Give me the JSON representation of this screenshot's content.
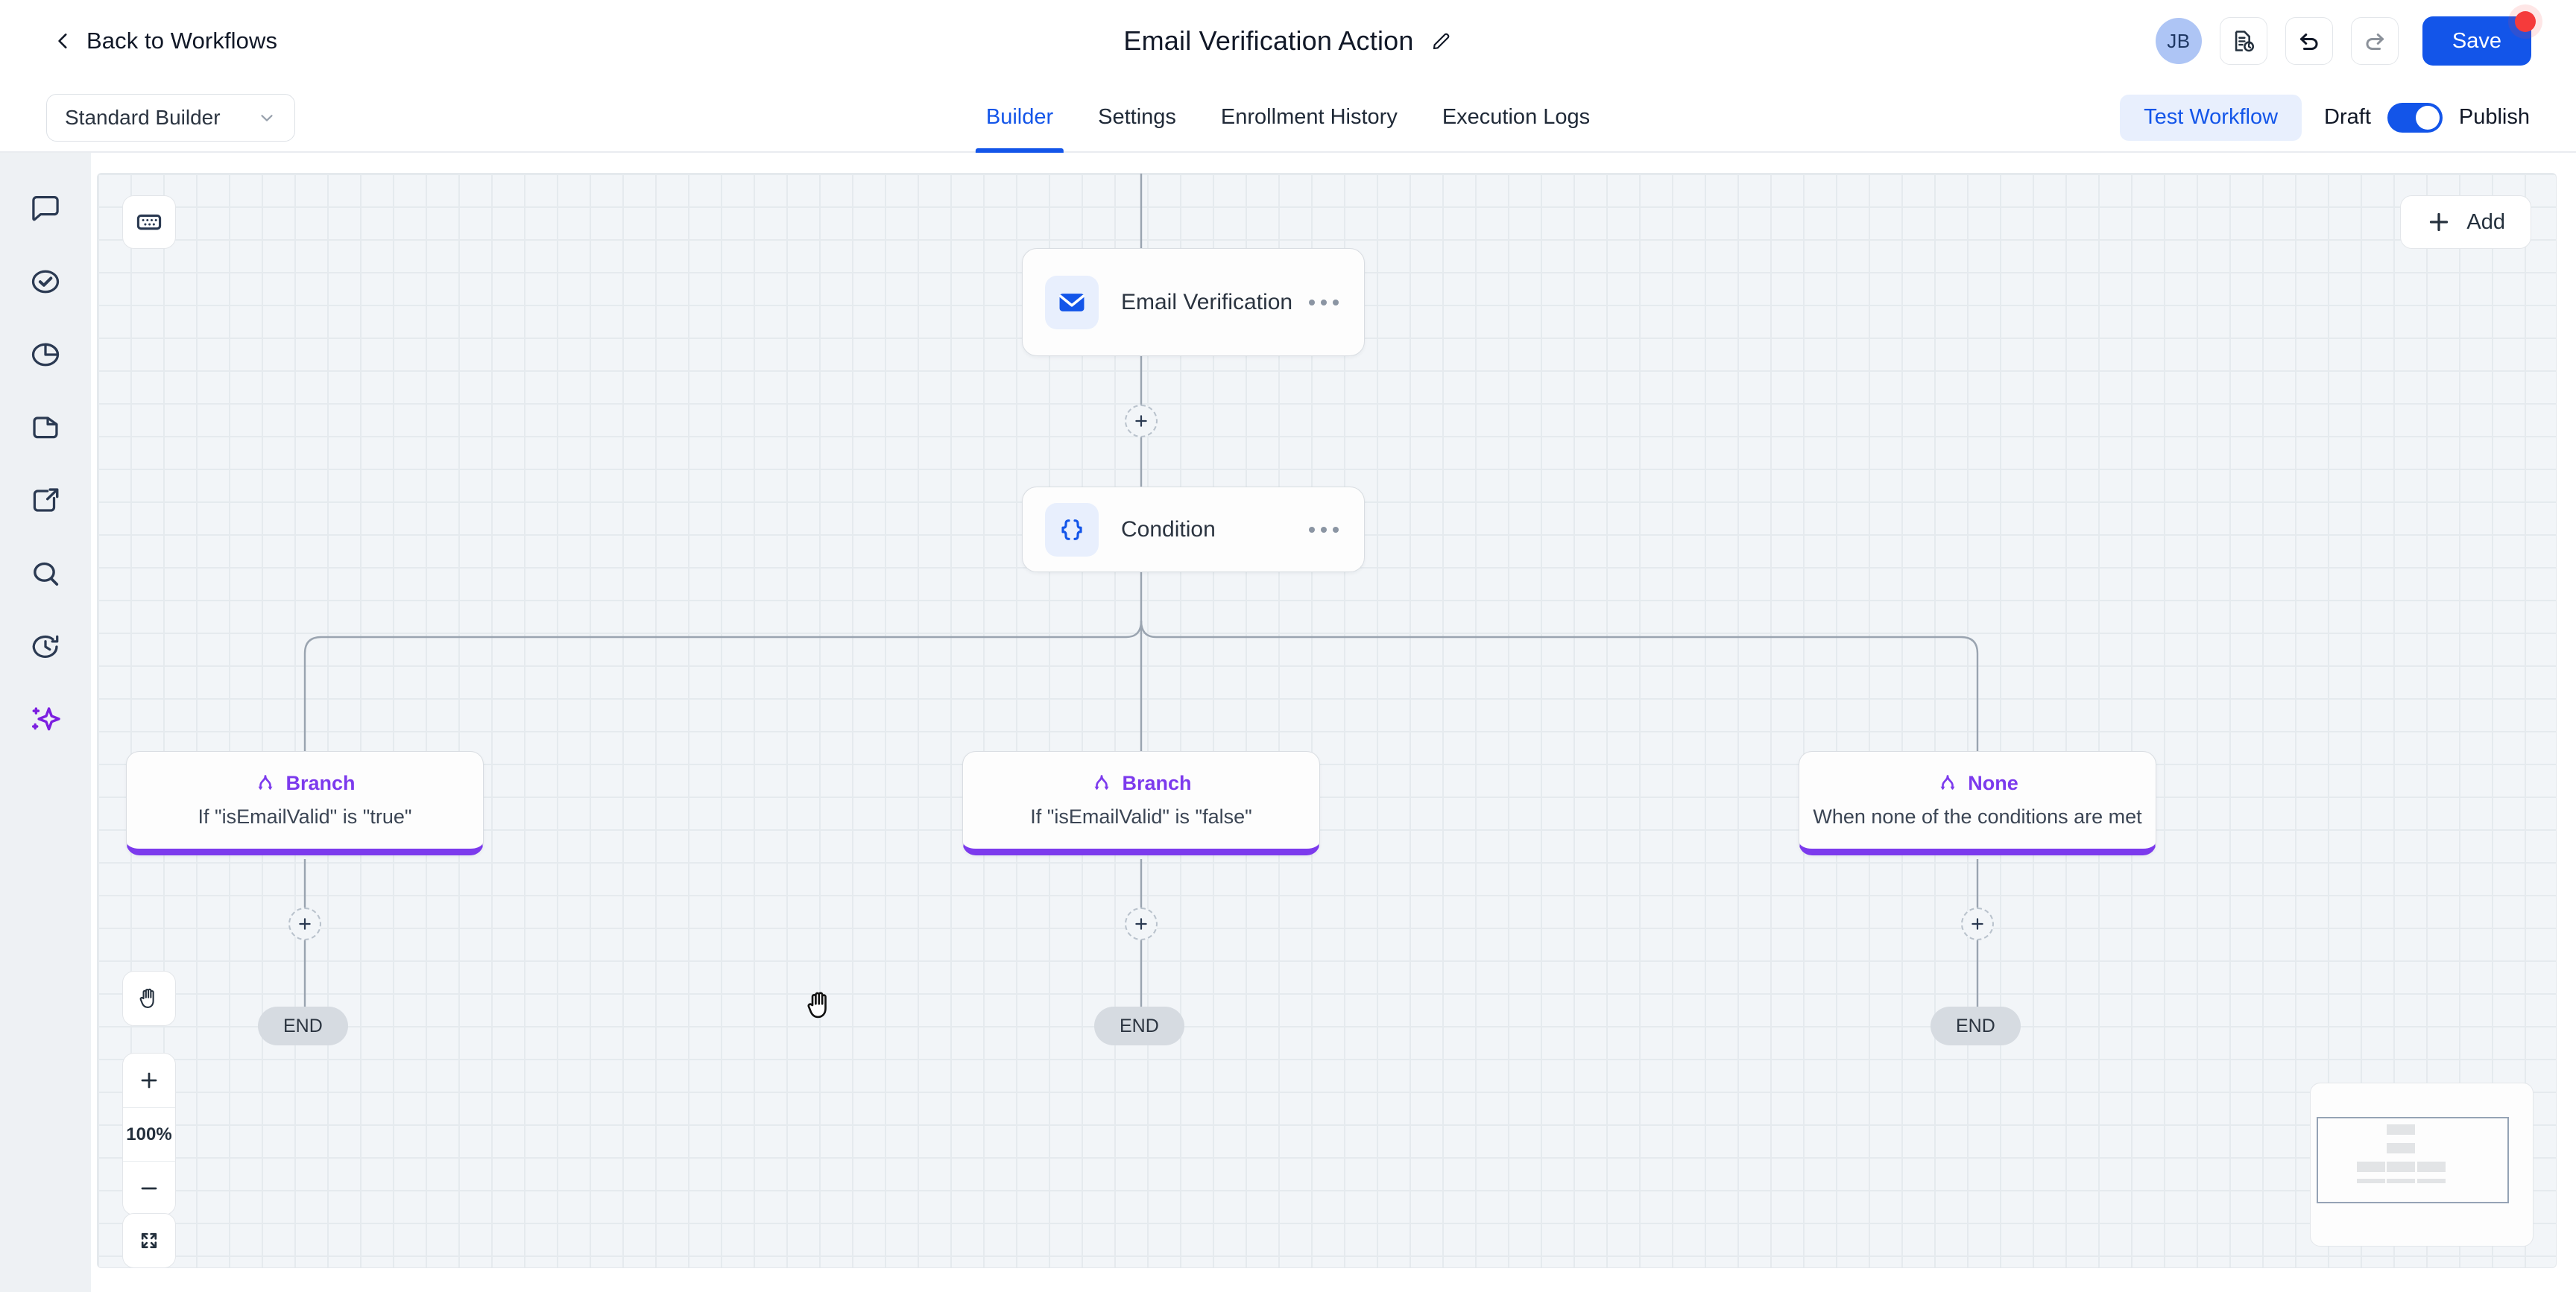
{
  "header": {
    "back_label": "Back to Workflows",
    "back_icon": "chevron-left-icon",
    "title": "Email Verification Action",
    "edit_icon": "pencil-icon",
    "avatar_initials": "JB",
    "version_history_icon": "document-history-icon",
    "undo_icon": "undo-arrow-icon",
    "redo_icon": "redo-arrow-icon",
    "save_label": "Save",
    "save_accent": "#1355e9",
    "notification_dot_color": "#f53b3b"
  },
  "subbar": {
    "builder_select_value": "Standard Builder",
    "builder_select_icon": "chevron-down-icon",
    "tabs": [
      {
        "label": "Builder",
        "active": true
      },
      {
        "label": "Settings",
        "active": false
      },
      {
        "label": "Enrollment History",
        "active": false
      },
      {
        "label": "Execution Logs",
        "active": false
      }
    ],
    "test_workflow_label": "Test Workflow",
    "draft_label": "Draft",
    "publish_label": "Publish",
    "toggle_on": true,
    "active_tab_color": "#1355e9"
  },
  "rail": {
    "items": [
      {
        "icon": "chat-bubble-icon",
        "accent": "#2b3a52"
      },
      {
        "icon": "check-circle-icon",
        "accent": "#2b3a52"
      },
      {
        "icon": "pie-chart-icon",
        "accent": "#2b3a52"
      },
      {
        "icon": "file-document-icon",
        "accent": "#2b3a52"
      },
      {
        "icon": "external-link-icon",
        "accent": "#2b3a52"
      },
      {
        "icon": "search-icon",
        "accent": "#2b3a52"
      },
      {
        "icon": "clock-history-icon",
        "accent": "#2b3a52"
      },
      {
        "icon": "ai-sparkle-icon",
        "accent": "#7c1fe0"
      }
    ]
  },
  "canvas": {
    "keyboard_shortcuts_icon": "keyboard-icon",
    "add_label": "Add",
    "add_icon": "plus-icon",
    "zoom_level": "100%",
    "pan_icon": "hand-pan-icon",
    "zoom_in_icon": "plus-icon",
    "zoom_out_icon": "minus-icon",
    "fit_screen_icon": "expand-fullscreen-icon",
    "cursor_icon": "grab-hand-cursor"
  },
  "workflow": {
    "nodes": [
      {
        "id": "email",
        "title": "Email Verification",
        "icon": "envelope-icon",
        "menu_icon": "ellipsis-icon"
      },
      {
        "id": "condition",
        "title": "Condition",
        "icon": "curly-braces-icon",
        "menu_icon": "ellipsis-icon"
      }
    ],
    "branches": [
      {
        "name": "Branch",
        "desc": "If \"isEmailValid\" is \"true\"",
        "icon": "branch-fork-icon"
      },
      {
        "name": "Branch",
        "desc": "If \"isEmailValid\" is \"false\"",
        "icon": "branch-fork-icon"
      },
      {
        "name": "None",
        "desc": "When none of the conditions are met",
        "icon": "branch-fork-icon"
      }
    ],
    "end_labels": [
      "END",
      "END",
      "END"
    ],
    "branch_accent": "#7c3aed"
  }
}
